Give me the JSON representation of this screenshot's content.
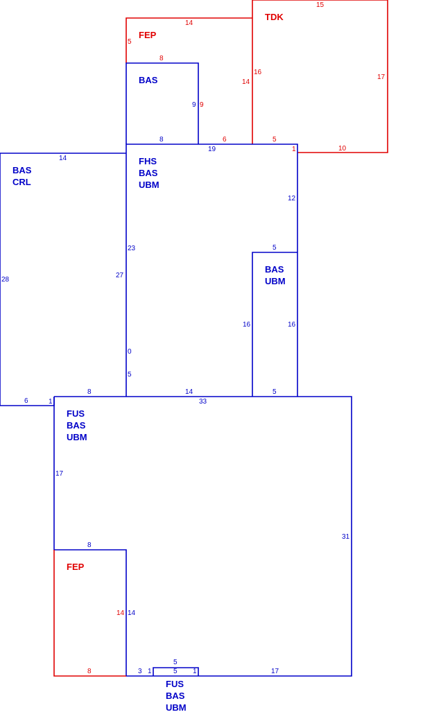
{
  "colors": {
    "blue": "#0000c8",
    "red": "#e00000",
    "background": "#ffffff"
  },
  "areas": [
    {
      "id": "tdk",
      "lines": [
        "TDK"
      ],
      "color": "red"
    },
    {
      "id": "fep-top",
      "lines": [
        "FEP"
      ],
      "color": "red"
    },
    {
      "id": "bas-top",
      "lines": [
        "BAS"
      ],
      "color": "blue"
    },
    {
      "id": "bas-crl",
      "lines": [
        "BAS",
        "CRL"
      ],
      "color": "blue"
    },
    {
      "id": "fhs-bas-ubm",
      "lines": [
        "FHS",
        "BAS",
        "UBM"
      ],
      "color": "blue"
    },
    {
      "id": "bas-ubm",
      "lines": [
        "BAS",
        "UBM"
      ],
      "color": "blue"
    },
    {
      "id": "fus-bas-ubm",
      "lines": [
        "FUS",
        "BAS",
        "UBM"
      ],
      "color": "blue"
    },
    {
      "id": "fep-bottom",
      "lines": [
        "FEP"
      ],
      "color": "red"
    },
    {
      "id": "fus-bas-ubm-bottom",
      "lines": [
        "FUS",
        "BAS",
        "UBM"
      ],
      "color": "blue"
    }
  ],
  "dimensions": [
    {
      "id": "tdk-top",
      "text": "15",
      "color": "red"
    },
    {
      "id": "tdk-right",
      "text": "17",
      "color": "red"
    },
    {
      "id": "tdk-left",
      "text": "16",
      "color": "red"
    },
    {
      "id": "tdk-bottom",
      "text": "10",
      "color": "red"
    },
    {
      "id": "tdk-bottom-5",
      "text": "5",
      "color": "red"
    },
    {
      "id": "tdk-bottom-1",
      "text": "1",
      "color": "red"
    },
    {
      "id": "fep-top-top",
      "text": "14",
      "color": "red"
    },
    {
      "id": "fep-top-left",
      "text": "5",
      "color": "red"
    },
    {
      "id": "fep-top-inner",
      "text": "8",
      "color": "red"
    },
    {
      "id": "fep-top-right",
      "text": "14",
      "color": "red"
    },
    {
      "id": "fep-top-9",
      "text": "9",
      "color": "red"
    },
    {
      "id": "fep-top-6",
      "text": "6",
      "color": "red"
    },
    {
      "id": "bas-top-9",
      "text": "9",
      "color": "blue"
    },
    {
      "id": "bas-top-8",
      "text": "8",
      "color": "blue"
    },
    {
      "id": "fhs-top-19",
      "text": "19",
      "color": "blue"
    },
    {
      "id": "crl-top-14",
      "text": "14",
      "color": "blue"
    },
    {
      "id": "crl-left-28",
      "text": "28",
      "color": "blue"
    },
    {
      "id": "crl-right-27",
      "text": "27",
      "color": "blue"
    },
    {
      "id": "crl-bottom-6",
      "text": "6",
      "color": "blue"
    },
    {
      "id": "crl-bottom-1",
      "text": "1",
      "color": "blue"
    },
    {
      "id": "fhs-right-12",
      "text": "12",
      "color": "blue"
    },
    {
      "id": "fhs-left-23",
      "text": "23",
      "color": "blue"
    },
    {
      "id": "fhs-left-0",
      "text": "0",
      "color": "blue"
    },
    {
      "id": "fhs-left-5",
      "text": "5",
      "color": "blue"
    },
    {
      "id": "fhs-bottom-8",
      "text": "8",
      "color": "blue"
    },
    {
      "id": "fhs-bottom-14",
      "text": "14",
      "color": "blue"
    },
    {
      "id": "ubm-top-5",
      "text": "5",
      "color": "blue"
    },
    {
      "id": "ubm-left-16",
      "text": "16",
      "color": "blue"
    },
    {
      "id": "ubm-right-16",
      "text": "16",
      "color": "blue"
    },
    {
      "id": "ubm-bottom-5",
      "text": "5",
      "color": "blue"
    },
    {
      "id": "fus-top-33",
      "text": "33",
      "color": "blue"
    },
    {
      "id": "fus-left-17",
      "text": "17",
      "color": "blue"
    },
    {
      "id": "fus-right-31",
      "text": "31",
      "color": "blue"
    },
    {
      "id": "fus-8",
      "text": "8",
      "color": "blue"
    },
    {
      "id": "fus-14",
      "text": "14",
      "color": "blue"
    },
    {
      "id": "fus-bottom-3",
      "text": "3",
      "color": "blue"
    },
    {
      "id": "fus-bottom-1a",
      "text": "1",
      "color": "blue"
    },
    {
      "id": "fus-bottom-5a",
      "text": "5",
      "color": "blue"
    },
    {
      "id": "fus-bottom-5b",
      "text": "5",
      "color": "blue"
    },
    {
      "id": "fus-bottom-1b",
      "text": "1",
      "color": "blue"
    },
    {
      "id": "fus-bottom-17",
      "text": "17",
      "color": "blue"
    },
    {
      "id": "fep-bottom-14",
      "text": "14",
      "color": "red"
    },
    {
      "id": "fep-bottom-8",
      "text": "8",
      "color": "red"
    }
  ]
}
